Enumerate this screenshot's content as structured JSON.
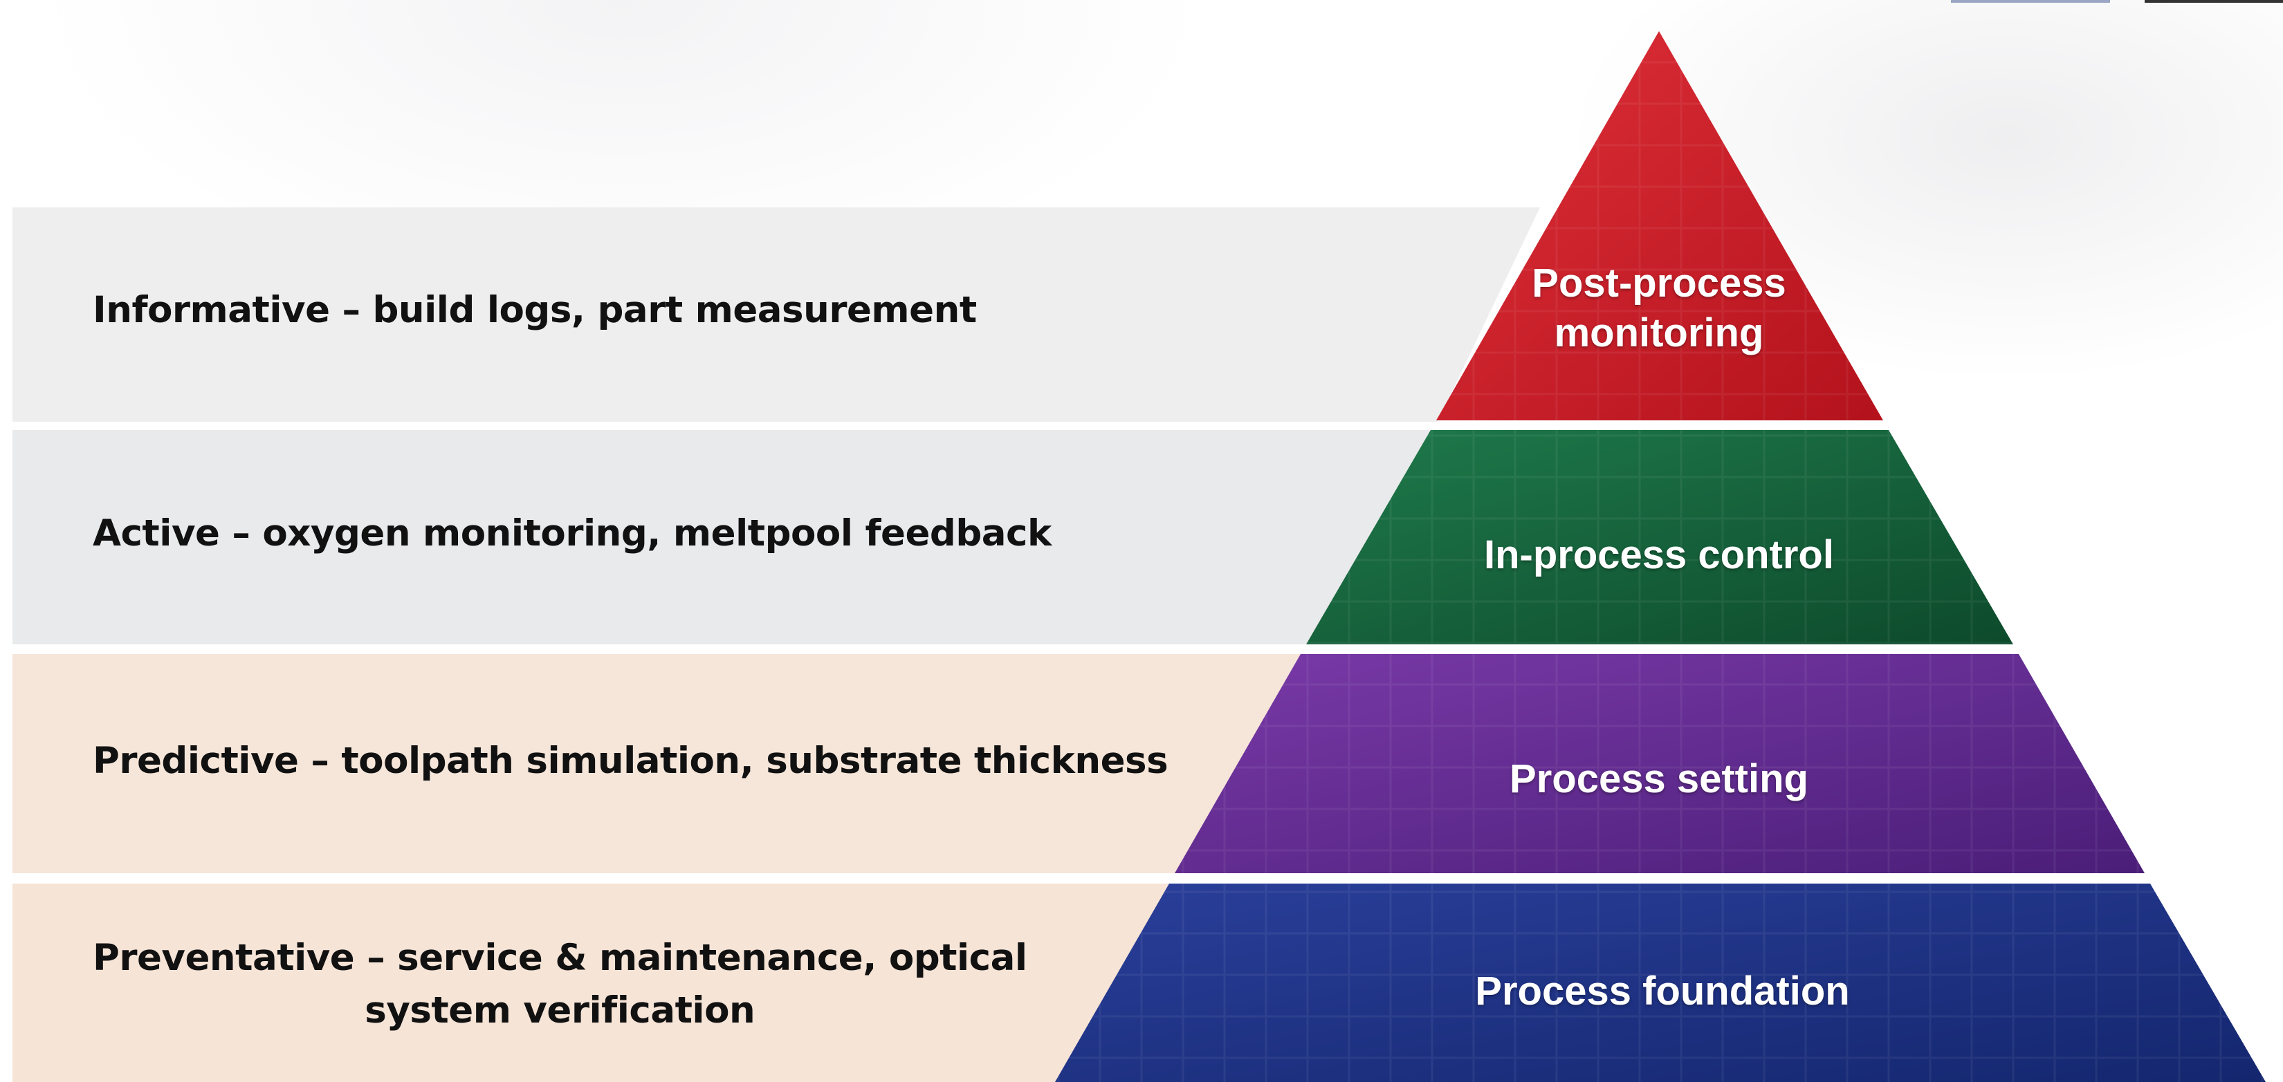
{
  "bands": [
    {
      "id": "informative",
      "text": "Informative – build logs, part measurement",
      "color": "#ececec"
    },
    {
      "id": "active",
      "text": "Active – oxygen monitoring, meltpool feedback",
      "color": "#e5e8ea"
    },
    {
      "id": "predictive",
      "text": "Predictive – toolpath simulation, substrate thickness",
      "color": "#f5e3d6"
    },
    {
      "id": "preventative",
      "line1": "Preventative – service & maintenance, optical",
      "line2": "system verification",
      "color": "#f5e1d3"
    }
  ],
  "pyramid": [
    {
      "id": "post-process",
      "line1": "Post-process",
      "line2": "monitoring",
      "color_dark": "#b3121c",
      "color_light": "#e0303a"
    },
    {
      "id": "in-process",
      "label": "In-process control",
      "color_dark": "#0d4a2c",
      "color_light": "#1f7a4b"
    },
    {
      "id": "process-setting",
      "label": "Process setting",
      "color_dark": "#4a1e78",
      "color_light": "#7a3aa8"
    },
    {
      "id": "process-foundation",
      "label": "Process foundation",
      "color_dark": "#14266e",
      "color_light": "#2a3f9a"
    }
  ]
}
